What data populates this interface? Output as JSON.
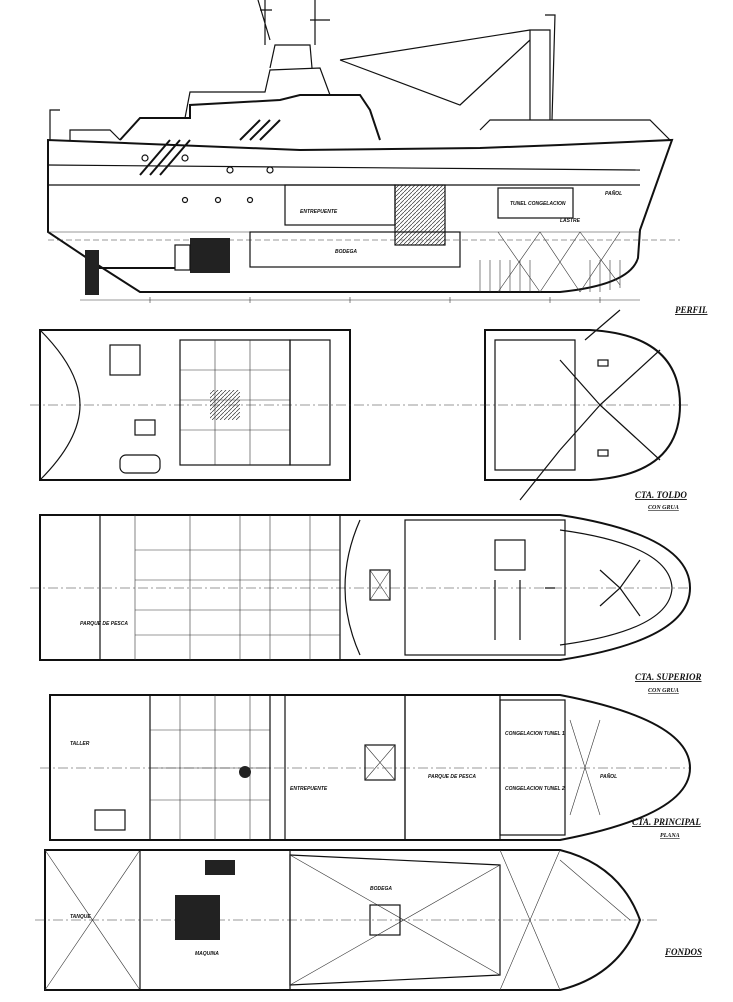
{
  "views": {
    "profile": {
      "title": "PERFIL"
    },
    "awning_deck": {
      "title": "CTA. TOLDO",
      "subtitle": "CON GRUA"
    },
    "upper_deck": {
      "title": "CTA. SUPERIOR",
      "subtitle": "CON GRUA"
    },
    "main_deck": {
      "title": "CTA. PRINCIPAL",
      "subtitle": "PLANA"
    },
    "bottoms": {
      "title": "FONDOS"
    }
  },
  "profile_labels": {
    "tween_deck": "ENTREPUENTE",
    "hold": "BODEGA",
    "freezing": "TUNEL CONGELACION",
    "store": "PAÑOL",
    "ballast": "LASTRE"
  },
  "upper_labels": {
    "fish_factory": "PARQUE DE PESCA"
  },
  "main_labels": {
    "tween_deck": "ENTREPUENTE",
    "fish_factory": "PARQUE DE PESCA",
    "freezing_1": "CONGELACION TUNEL 1",
    "freezing_2": "CONGELACION TUNEL 2",
    "store": "PAÑOL",
    "workshop": "TALLER"
  },
  "bottom_labels": {
    "engine": "MAQUINA",
    "hold": "BODEGA",
    "tank": "TANQUE"
  }
}
